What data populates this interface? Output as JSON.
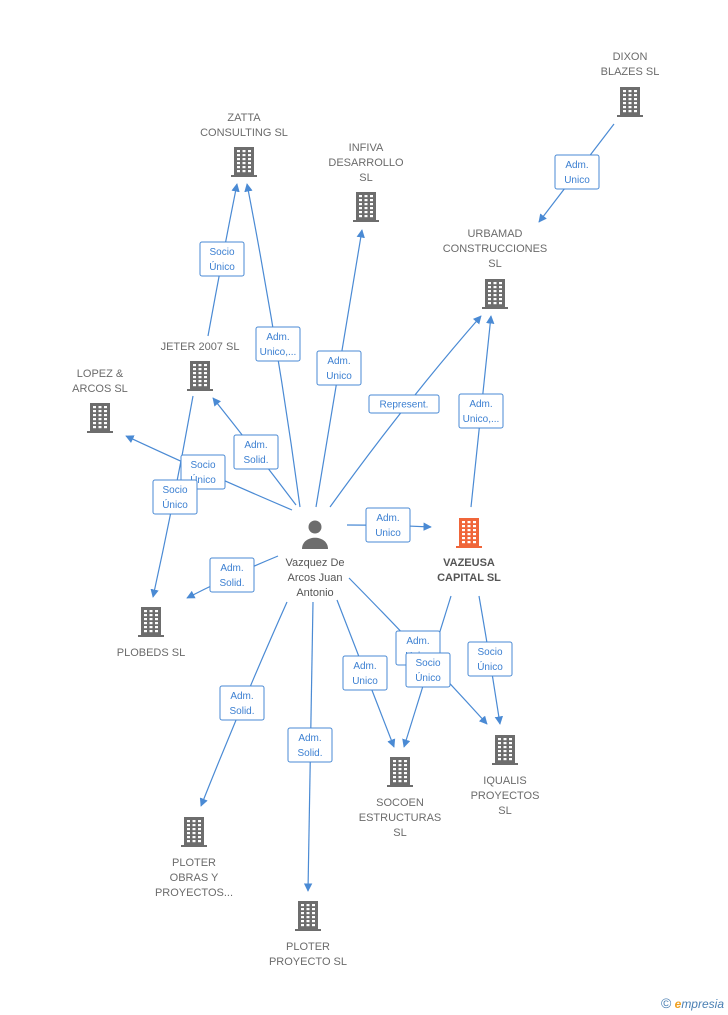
{
  "colors": {
    "edge": "#4a8ad4",
    "building": "#6d6d6d",
    "focus_building": "#f0663a",
    "person": "#6d6d6d",
    "label": "#6b6b6b"
  },
  "nodes": [
    {
      "id": "dixon",
      "lines": [
        "DIXON",
        "BLAZES SL"
      ],
      "type": "company"
    },
    {
      "id": "zatta",
      "lines": [
        "ZATTA",
        "CONSULTING SL"
      ],
      "type": "company"
    },
    {
      "id": "infiva",
      "lines": [
        "INFIVA",
        "DESARROLLO",
        "SL"
      ],
      "type": "company"
    },
    {
      "id": "urbamad",
      "lines": [
        "URBAMAD",
        "CONSTRUCCIONES",
        "SL"
      ],
      "type": "company"
    },
    {
      "id": "jeter",
      "lines": [
        "JETER 2007 SL"
      ],
      "type": "company"
    },
    {
      "id": "lopez",
      "lines": [
        "LOPEZ &",
        "ARCOS SL"
      ],
      "type": "company"
    },
    {
      "id": "person",
      "lines": [
        "Vazquez De",
        "Arcos Juan",
        "Antonio"
      ],
      "type": "person"
    },
    {
      "id": "vazeusa",
      "lines": [
        "VAZEUSA",
        "CAPITAL  SL"
      ],
      "type": "focus"
    },
    {
      "id": "plobeds",
      "lines": [
        "PLOBEDS  SL"
      ],
      "type": "company"
    },
    {
      "id": "socoen",
      "lines": [
        "SOCOEN",
        "ESTRUCTURAS",
        "SL"
      ],
      "type": "company"
    },
    {
      "id": "iqualis",
      "lines": [
        "IQUALIS",
        "PROYECTOS",
        "SL"
      ],
      "type": "company"
    },
    {
      "id": "ploter_obras",
      "lines": [
        "PLOTER",
        "OBRAS Y",
        "PROYECTOS..."
      ],
      "type": "company"
    },
    {
      "id": "ploter_proyecto",
      "lines": [
        "PLOTER",
        "PROYECTO SL"
      ],
      "type": "company"
    }
  ],
  "edges": [
    {
      "from": "dixon",
      "to": "urbamad",
      "label": [
        "Adm.",
        "Unico"
      ]
    },
    {
      "from": "jeter",
      "to": "zatta",
      "label": [
        "Socio",
        "Único"
      ]
    },
    {
      "from": "person",
      "to": "zatta",
      "label": [
        "Adm.",
        "Unico,..."
      ]
    },
    {
      "from": "person",
      "to": "infiva",
      "label": [
        "Adm.",
        "Unico"
      ]
    },
    {
      "from": "person",
      "to": "urbamad",
      "label": [
        "Represent."
      ]
    },
    {
      "from": "vazeusa",
      "to": "urbamad",
      "label": [
        "Adm.",
        "Unico,..."
      ]
    },
    {
      "from": "person",
      "to": "jeter",
      "label": [
        "Adm.",
        "Solid."
      ]
    },
    {
      "from": "person",
      "to": "lopez",
      "label": [
        "Socio",
        "Único"
      ]
    },
    {
      "from": "jeter",
      "to": "plobeds",
      "label": [
        "Socio",
        "Único"
      ]
    },
    {
      "from": "person",
      "to": "vazeusa",
      "label": [
        "Adm.",
        "Unico"
      ]
    },
    {
      "from": "person",
      "to": "plobeds",
      "label": [
        "Adm.",
        "Solid."
      ]
    },
    {
      "from": "person",
      "to": "iqualis",
      "label": [
        "Adm.",
        "Unico"
      ]
    },
    {
      "from": "person",
      "to": "socoen",
      "label": [
        "Adm.",
        "Unico"
      ]
    },
    {
      "from": "vazeusa",
      "to": "socoen",
      "label": [
        "Socio",
        "Único"
      ]
    },
    {
      "from": "vazeusa",
      "to": "iqualis",
      "label": [
        "Socio",
        "Único"
      ]
    },
    {
      "from": "person",
      "to": "ploter_obras",
      "label": [
        "Adm.",
        "Solid."
      ]
    },
    {
      "from": "person",
      "to": "ploter_proyecto",
      "label": [
        "Adm.",
        "Solid."
      ]
    }
  ],
  "footer": {
    "copyright": "©",
    "brand_initial": "e",
    "brand_rest": "mpresia"
  }
}
